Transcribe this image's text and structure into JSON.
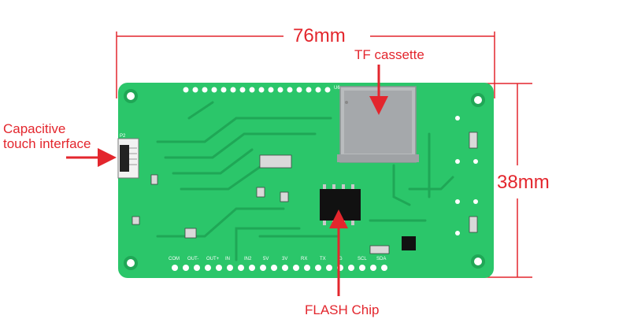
{
  "dimensions": {
    "width_label": "76mm",
    "height_label": "38mm"
  },
  "callouts": {
    "tf_cassette": "TF cassette",
    "touch_line1": "Capacitive",
    "touch_line2": "touch interface",
    "flash_chip": "FLASH Chip"
  },
  "board_silkscreen": {
    "connector_label": "P2",
    "sd_slot_label": "U6",
    "bottom_header_labels": [
      "COM",
      "OUT-",
      "OUT+",
      "IN",
      "IN2",
      "5V",
      "3V",
      "RX",
      "TX",
      "G",
      "SCL",
      "SDA"
    ]
  },
  "colors": {
    "annotation": "#e3262d",
    "pcb": "#2bc66a",
    "pcb_trace": "#1fa756",
    "chip": "#111111",
    "metal": "#b9bcbe"
  },
  "icons": {
    "touch_connector": "ffc-connector-icon",
    "tf_slot": "sd-card-slot-icon",
    "flash": "ic-chip-icon"
  }
}
